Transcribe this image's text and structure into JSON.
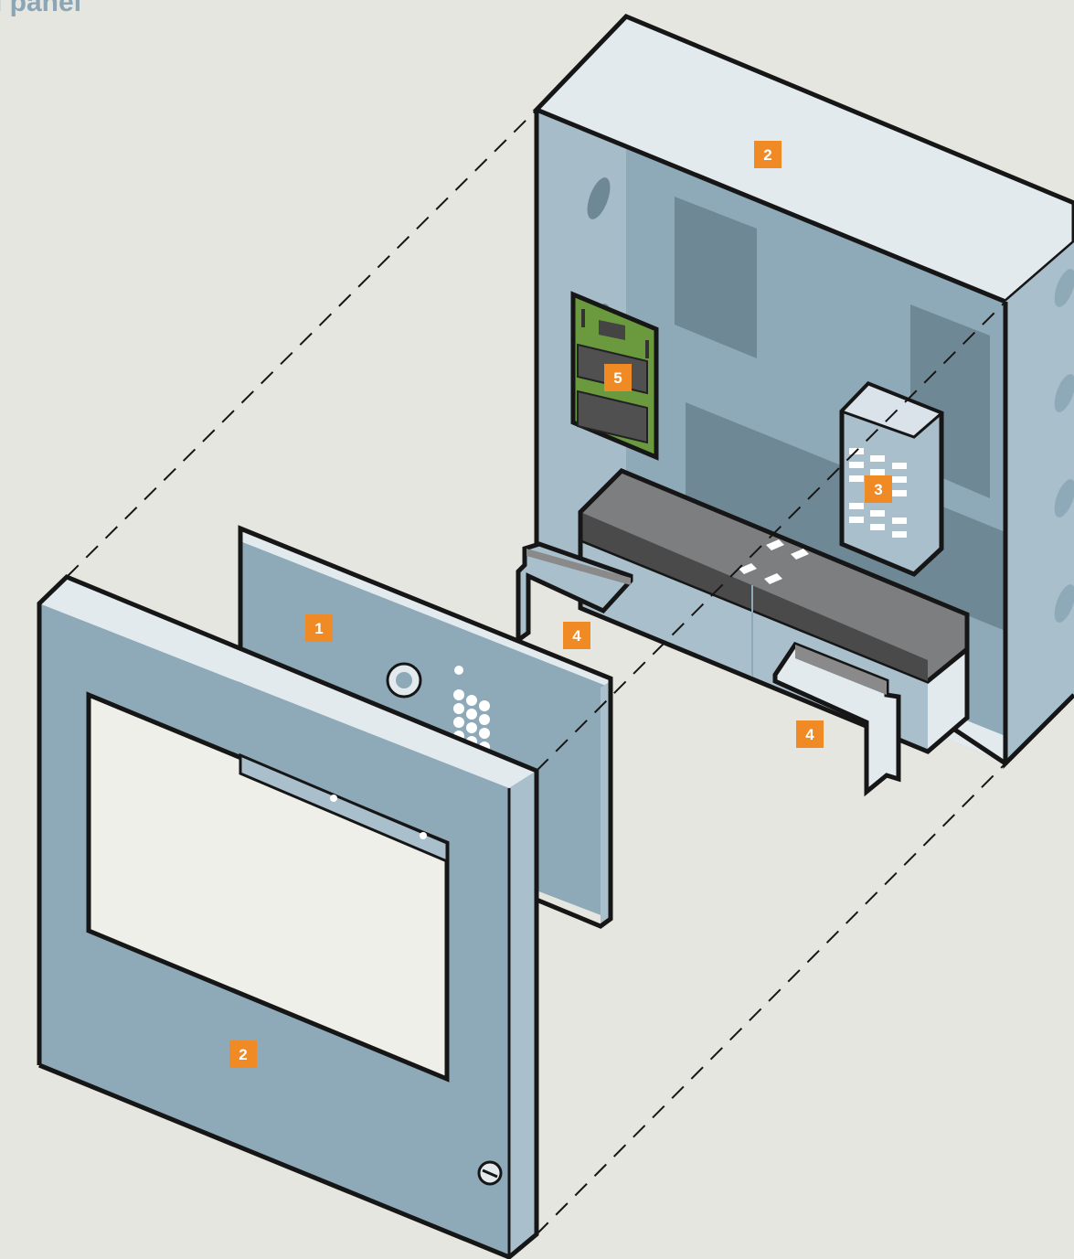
{
  "title": "l panel",
  "callouts": {
    "c_front_panel": "1",
    "c_enclosure_box": "2",
    "c_enclosure_door": "2",
    "c_transformer": "3",
    "c_bracket_left": "4",
    "c_bracket_right": "4",
    "c_circuit_board": "5"
  },
  "colors": {
    "background": "#e6e6e0",
    "panel_face": "#8ea9b8",
    "panel_light": "#a9bfcb",
    "top_face": "#e2eaee",
    "outline": "#161616",
    "callout": "#f08a24",
    "pcb": "#6b9a3e",
    "battery": "#7d7e80"
  }
}
